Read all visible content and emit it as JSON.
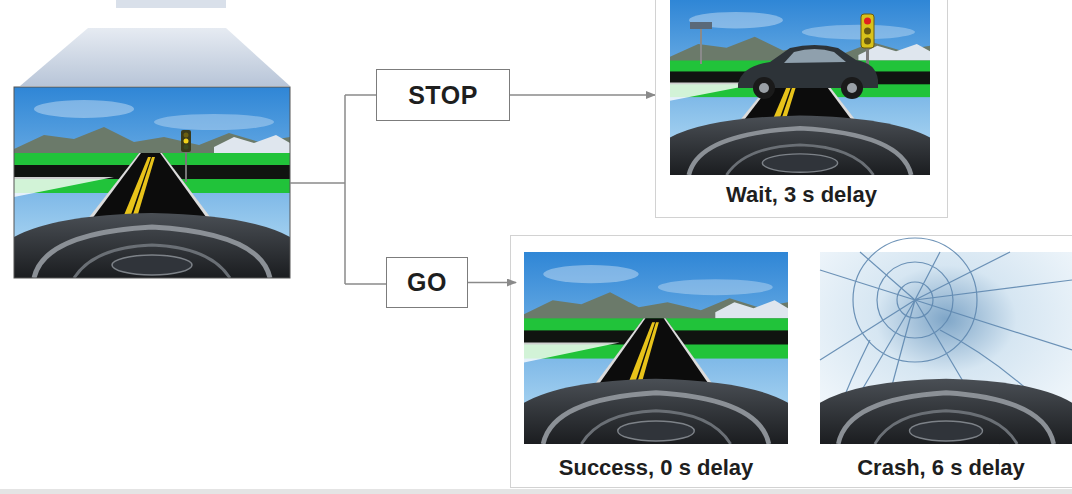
{
  "diagram": {
    "nodes": [
      {
        "text": [
          "STOP"
        ]
      },
      {
        "text": [
          "GO"
        ]
      },
      {
        "text": [
          "Wait, 3 s delay"
        ]
      },
      {
        "text": [
          "Success, 0 s delay"
        ]
      },
      {
        "text": [
          "Crash, 6 s delay"
        ]
      }
    ],
    "edges": [
      {
        "from": 0,
        "to": 2,
        "arrow": "to"
      },
      {
        "from": 1,
        "to": 3,
        "arrow": "to"
      }
    ]
  }
}
